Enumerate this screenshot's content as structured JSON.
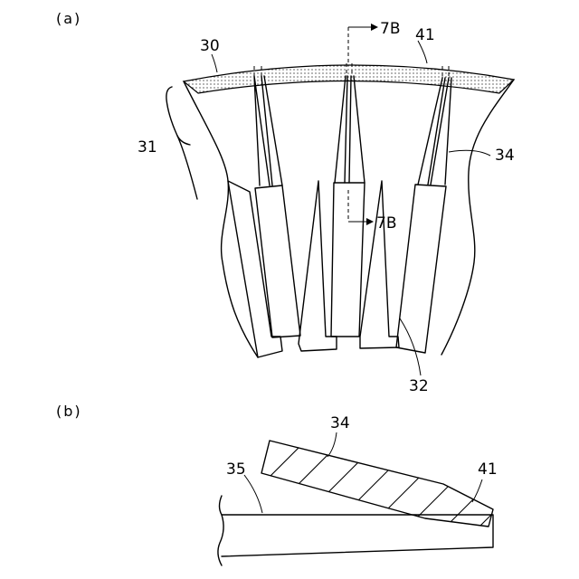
{
  "figure": {
    "section_a": "(a)",
    "section_b": "(b)"
  },
  "labels": {
    "ref_30": "30",
    "ref_31": "31",
    "ref_32": "32",
    "ref_34_a": "34",
    "ref_41_a": "41",
    "cut_top": "7B",
    "cut_bottom": "7B",
    "ref_34_b": "34",
    "ref_35": "35",
    "ref_41_b": "41"
  }
}
